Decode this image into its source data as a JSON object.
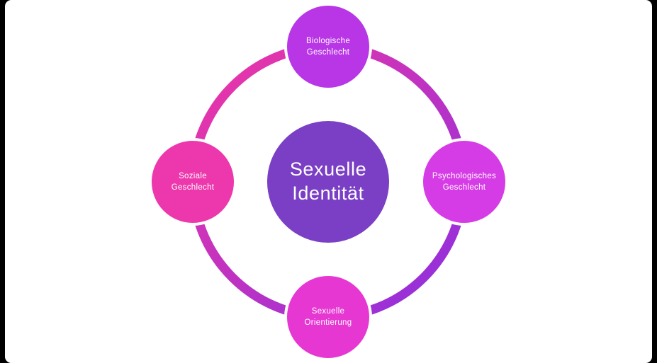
{
  "slide": {
    "background_color": "#000000",
    "canvas_color": "#ffffff"
  },
  "diagram": {
    "type": "radial-cycle",
    "ring": {
      "gradient_from": "#f136a4",
      "gradient_to": "#8c2fe0"
    },
    "center": {
      "label": "Sexuelle Identität",
      "lines": [
        "Sexuelle",
        "Identität"
      ],
      "color": "#7a3fc4",
      "text_color": "#ffffff"
    },
    "nodes": [
      {
        "id": "biologische-geschlecht",
        "position": "top",
        "label": "Biologische Geschlecht",
        "lines": [
          "Biologische",
          "Geschlecht"
        ],
        "color": "#b836e6"
      },
      {
        "id": "psychologisches-geschlecht",
        "position": "right",
        "label": "Psychologisches Geschlecht",
        "lines": [
          "Psychologisches",
          "Geschlecht"
        ],
        "color": "#d63ce6"
      },
      {
        "id": "sexuelle-orientierung",
        "position": "bottom",
        "label": "Sexuelle Orientierung",
        "lines": [
          "Sexuelle",
          "Orientierung"
        ],
        "color": "#e637d2"
      },
      {
        "id": "soziale-geschlecht",
        "position": "left",
        "label": "Soziale Geschlecht",
        "lines": [
          "Soziale",
          "Geschlecht"
        ],
        "color": "#ec38ac"
      }
    ]
  }
}
